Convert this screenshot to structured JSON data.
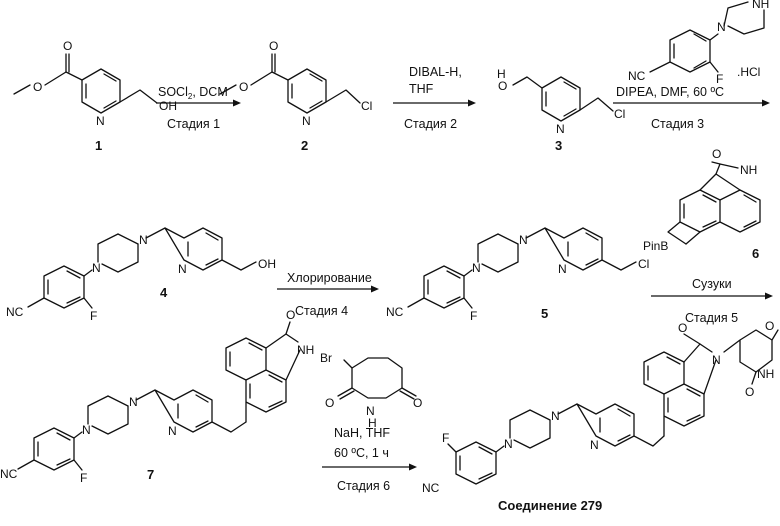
{
  "compounds": {
    "c1": "1",
    "c2": "2",
    "c3": "3",
    "c4": "4",
    "c5": "5",
    "c6": "6",
    "c7": "7",
    "final": "Соединение 279"
  },
  "atoms": {
    "O": "O",
    "OH": "OH",
    "N": "N",
    "NH": "NH",
    "Cl": "Cl",
    "F": "F",
    "Br": "Br",
    "NC": "NC",
    "PinB": "PinB",
    "HCl_salt": ".HCl"
  },
  "steps": {
    "s1": {
      "reagent_a": "SOCl",
      "reagent_sub": "2",
      "reagent_b": ", DCM",
      "stage": "Стадия 1"
    },
    "s2": {
      "reagent_1": "DIBAL-H,",
      "reagent_2": "THF",
      "stage": "Стадия 2"
    },
    "s3": {
      "reagent": "DIPEA, DMF, 60 ºC",
      "stage": "Стадия 3"
    },
    "s4": {
      "reagent": "Хлорирование",
      "stage": "Стадия 4"
    },
    "s5": {
      "reagent": "Сузуки",
      "stage": "Стадия 5"
    },
    "s6": {
      "reagent_1": "NaH, THF",
      "reagent_2": "60 ºC, 1 ч",
      "stage": "Стадия 6"
    }
  }
}
